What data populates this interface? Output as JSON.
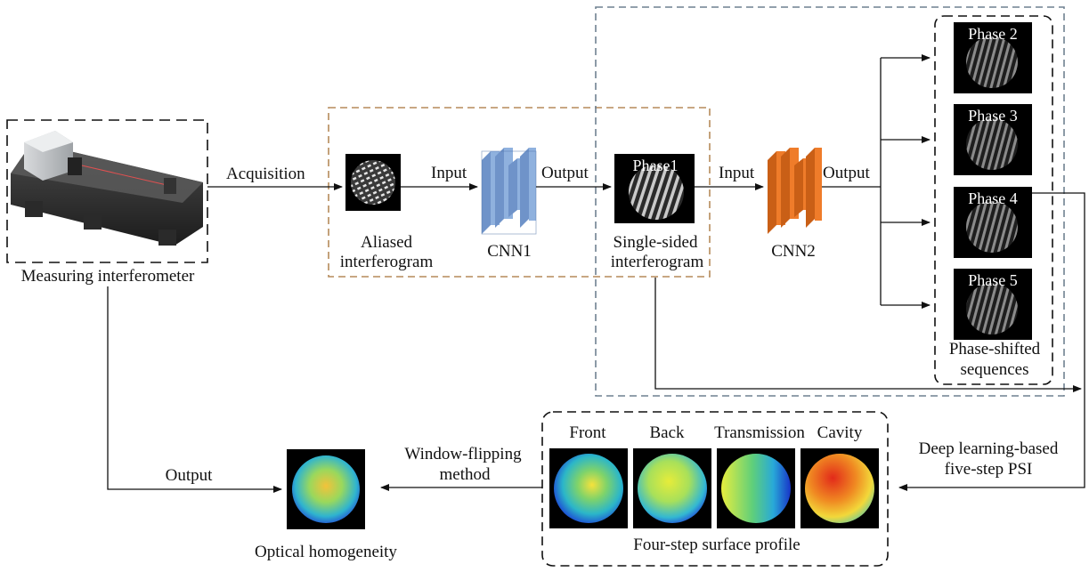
{
  "labels": {
    "acquisition": "Acquisition",
    "input1": "Input",
    "output1": "Output",
    "input2": "Input",
    "output2": "Output",
    "output3": "Output",
    "measuring_interferometer": "Measuring interferometer",
    "aliased_1": "Aliased",
    "aliased_2": "interferogram",
    "cnn1": "CNN1",
    "single_1": "Single-sided",
    "single_2": "interferogram",
    "cnn2": "CNN2",
    "phase1": "Phase1",
    "phase2": "Phase 2",
    "phase3": "Phase 3",
    "phase4": "Phase 4",
    "phase5": "Phase 5",
    "psseq_1": "Phase-shifted",
    "psseq_2": "sequences",
    "deep_1": "Deep learning-based",
    "deep_2": "five-step PSI",
    "front": "Front",
    "back": "Back",
    "transmission": "Transmission",
    "cavity": "Cavity",
    "four_step": "Four-step surface profile",
    "window_1": "Window-flipping",
    "window_2": "method",
    "optical": "Optical homogeneity"
  },
  "colors": {
    "orange_dash": "#b58a5a",
    "blue_dash": "#6f8191",
    "cnn1": "#8fb1de",
    "cnn2": "#ef7c2a",
    "arrow": "#111111"
  }
}
